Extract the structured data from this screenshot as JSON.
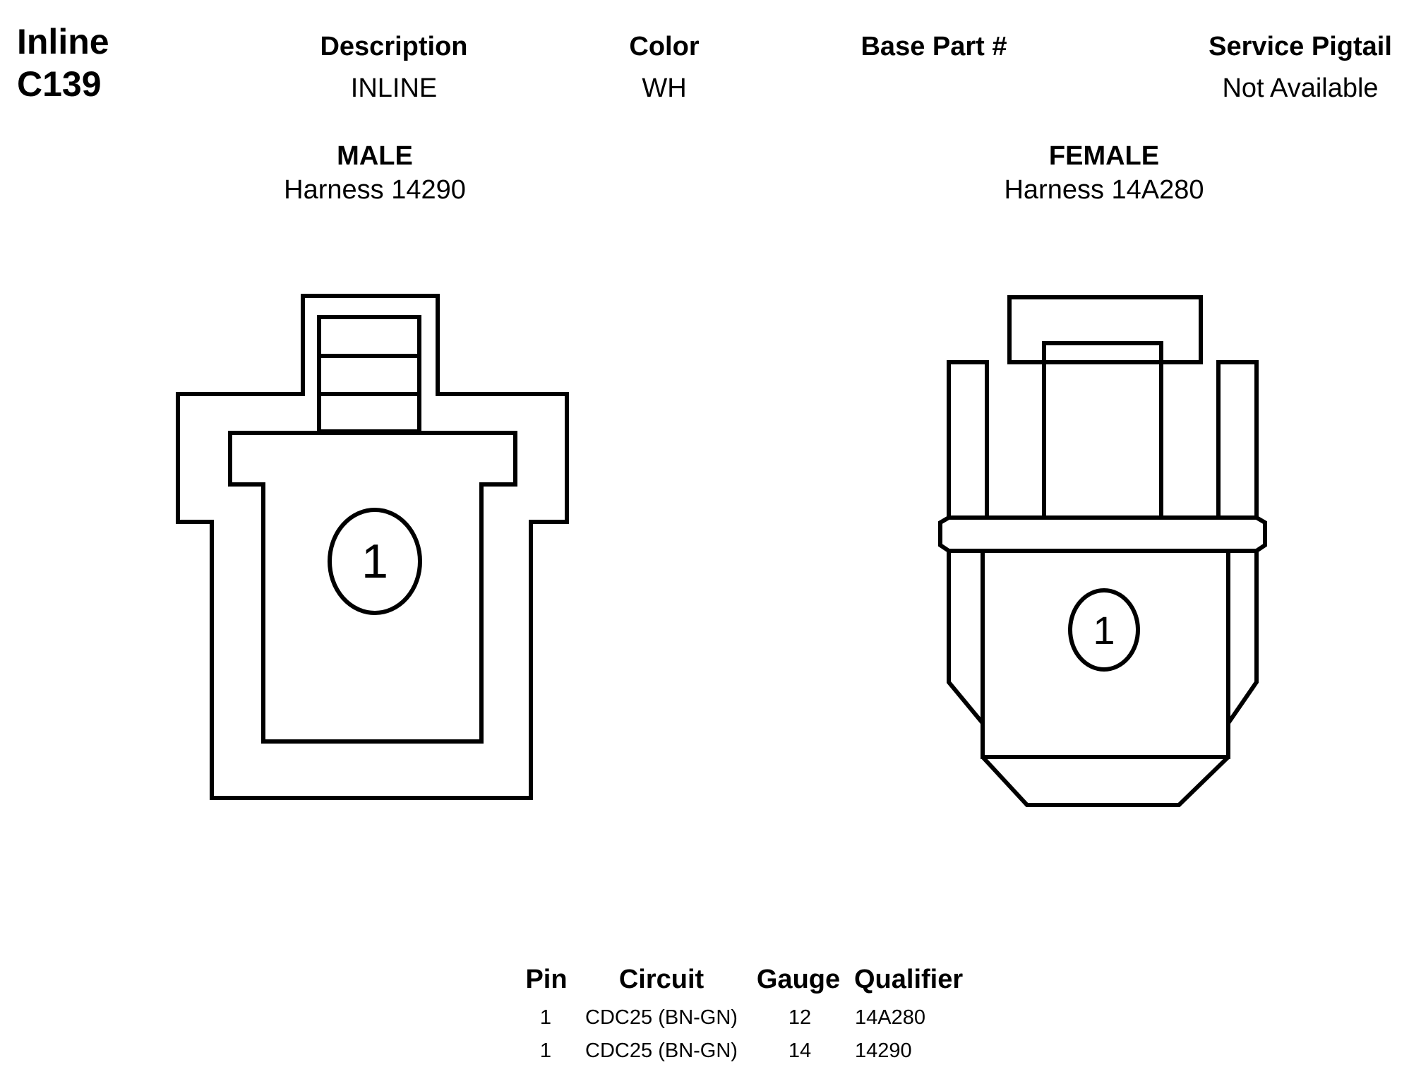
{
  "connector": {
    "type": "Inline",
    "id": "C139"
  },
  "header": {
    "description_label": "Description",
    "description_value": "INLINE",
    "color_label": "Color",
    "color_value": "WH",
    "base_part_label": "Base Part #",
    "base_part_value": "",
    "service_pigtail_label": "Service Pigtail",
    "service_pigtail_value": "Not Available"
  },
  "male": {
    "title": "MALE",
    "harness": "Harness  14290",
    "pin": "1"
  },
  "female": {
    "title": "FEMALE",
    "harness": "Harness  14A280",
    "pin": "1"
  },
  "table": {
    "headers": {
      "pin": "Pin",
      "circuit": "Circuit",
      "gauge": "Gauge",
      "qualifier": "Qualifier"
    },
    "rows": [
      {
        "pin": "1",
        "circuit": "CDC25 (BN-GN)",
        "gauge": "12",
        "qualifier": "14A280"
      },
      {
        "pin": "1",
        "circuit": "CDC25 (BN-GN)",
        "gauge": "14",
        "qualifier": "14290"
      }
    ]
  }
}
